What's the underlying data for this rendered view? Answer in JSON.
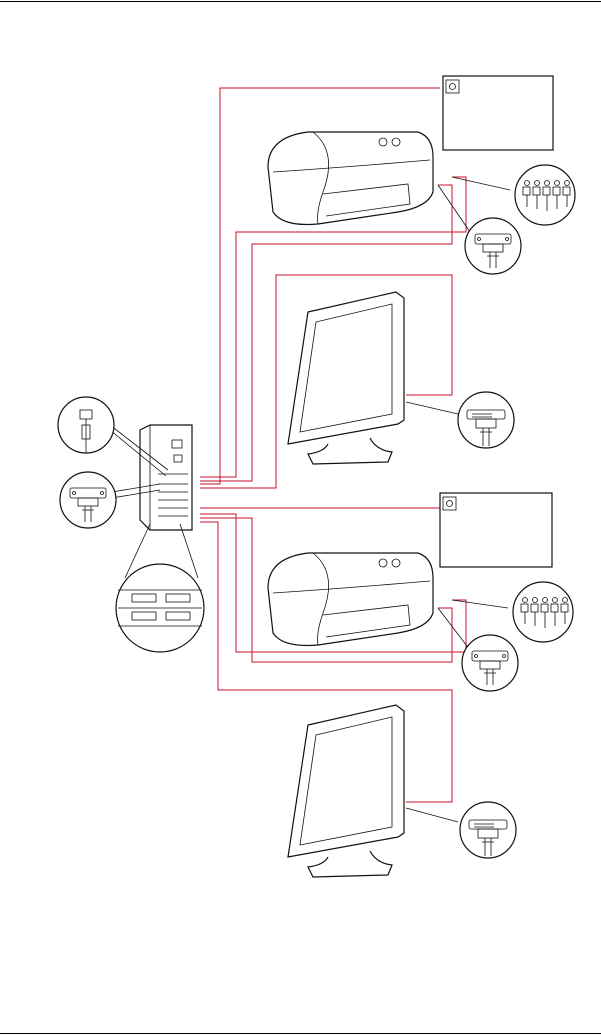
{
  "colors": {
    "cable": "#c8102e",
    "outline": "#111111",
    "background": "#ffffff"
  },
  "nodes": [
    {
      "id": "projector-1",
      "kind": "projector"
    },
    {
      "id": "monitor-1",
      "kind": "flat-panel-monitor"
    },
    {
      "id": "projector-2",
      "kind": "projector"
    },
    {
      "id": "monitor-2",
      "kind": "flat-panel-monitor"
    },
    {
      "id": "pc",
      "kind": "computer-tower"
    },
    {
      "id": "label-box-1",
      "kind": "blank-callout-box"
    },
    {
      "id": "label-box-2",
      "kind": "blank-callout-box"
    }
  ],
  "connectors": [
    {
      "id": "usb",
      "kind": "usb-connector"
    },
    {
      "id": "serial-pc",
      "kind": "serial-connector"
    },
    {
      "id": "dvi-pc",
      "kind": "dual-dvi-panel"
    },
    {
      "id": "bnc-1",
      "kind": "bnc-5-connector"
    },
    {
      "id": "serial-1",
      "kind": "serial-connector"
    },
    {
      "id": "dvi-m1",
      "kind": "dvi-connector"
    },
    {
      "id": "bnc-2",
      "kind": "bnc-5-connector"
    },
    {
      "id": "serial-2",
      "kind": "serial-connector"
    },
    {
      "id": "dvi-m2",
      "kind": "dvi-connector"
    }
  ]
}
